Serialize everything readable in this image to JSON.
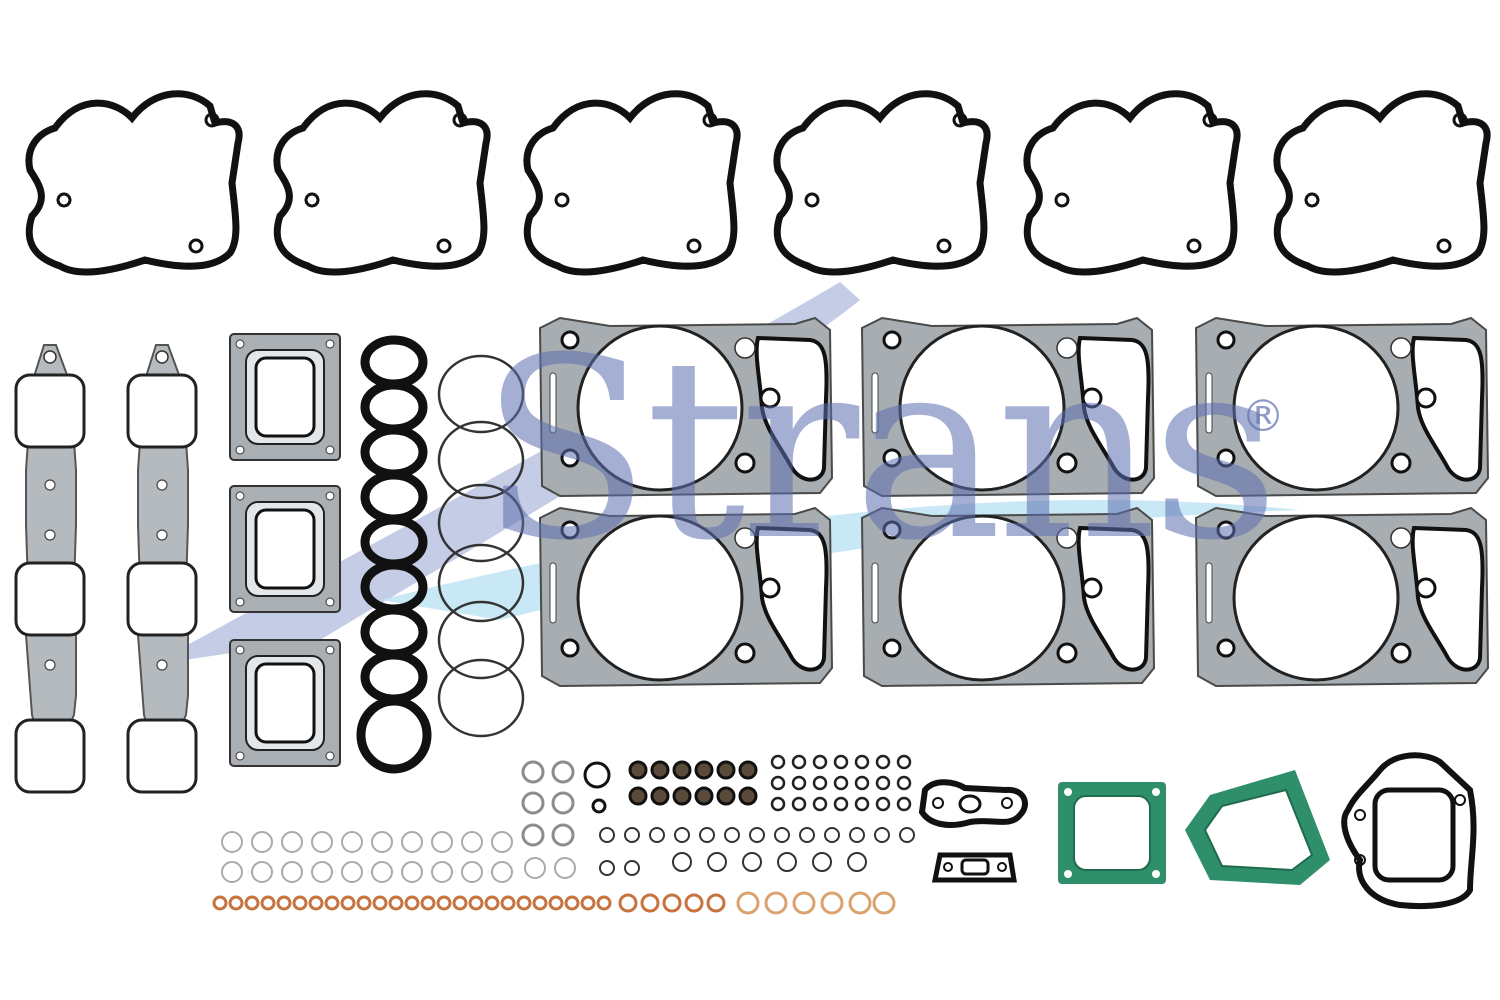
{
  "watermark": {
    "brand": "Strans",
    "registered_mark": "®",
    "colors": {
      "brand_blue": "#5d6fb0",
      "swoosh_cyan": "#bfe4f3"
    }
  },
  "parts": {
    "valve_cover_gaskets": {
      "count": 6,
      "color": "#111111"
    },
    "exhaust_manifold_gaskets": {
      "count": 2,
      "color": "#8f9598"
    },
    "turbo_gaskets": {
      "count": 3,
      "color": "#9aa0a4"
    },
    "black_o_rings": {
      "count": 9,
      "color": "#111111"
    },
    "liner_seal_rings": {
      "count": 6,
      "color": "#333333"
    },
    "cylinder_head_gaskets": {
      "count": 6,
      "color": "#9ea4a7"
    },
    "green_gaskets": {
      "count": 2,
      "color": "#2f8f6b"
    },
    "copper_washers": {
      "color": "#c7733e"
    },
    "silver_washers": {
      "color": "#999999"
    }
  }
}
